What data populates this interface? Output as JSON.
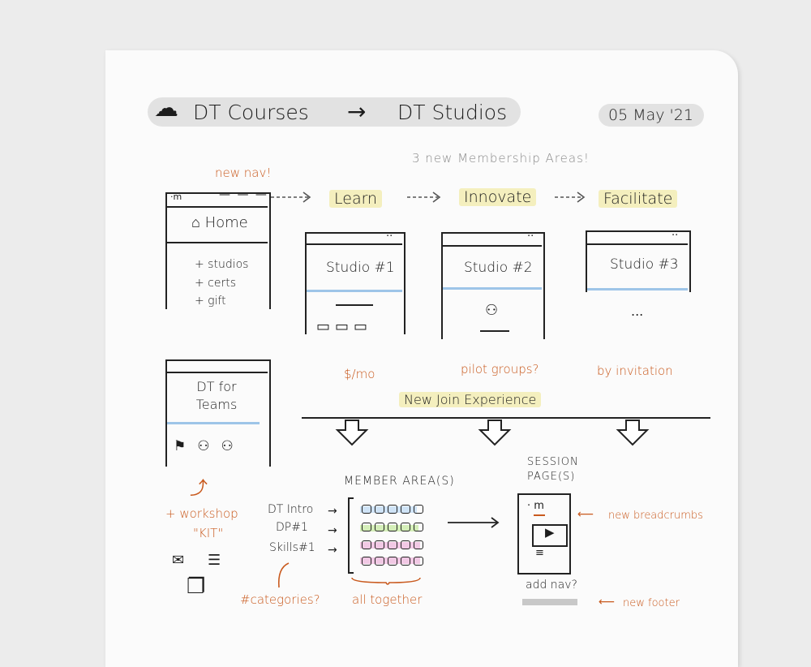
{
  "header": {
    "title_from": "DT Courses",
    "arrow": "→",
    "title_to": "DT Studios",
    "date": "05 May '21"
  },
  "subtitle": "3 new Membership Areas!",
  "nav_note": "new nav!",
  "home_wire": {
    "title": "⌂ Home",
    "items": [
      "+ studios",
      "+ certs",
      "+ gift"
    ]
  },
  "areas": [
    {
      "label": "Learn",
      "studio": "Studio #1",
      "price_note": "$/mo"
    },
    {
      "label": "Innovate",
      "studio": "Studio #2",
      "price_note": "pilot groups?"
    },
    {
      "label": "Facilitate",
      "studio": "Studio #3",
      "price_note": "by invitation"
    }
  ],
  "studio3_more": "...",
  "teams_wire": {
    "title": "DT for Teams",
    "note_line1": "+ workshop",
    "note_line2": "\"KIT\""
  },
  "join_banner": "New Join Experience",
  "member_area": {
    "title": "MEMBER AREA(S)",
    "rows": [
      "DT Intro",
      "DP#1",
      "Skills#1"
    ],
    "categories_note": "#categories?",
    "together_note": "all together"
  },
  "session": {
    "title_line1": "SESSION",
    "title_line2": "PAGE(S)",
    "breadcrumbs_note": "new breadcrumbs",
    "add_nav": "add nav?",
    "footer_note": "new footer"
  },
  "colors": {
    "ink": "#1d1d1d",
    "accent_orange": "#c95a1e",
    "highlight_yellow": "#f4efbe",
    "highlight_blue": "#9ec5e8",
    "highlight_green": "#d4eeb8",
    "highlight_pink": "#f1c8e4"
  }
}
